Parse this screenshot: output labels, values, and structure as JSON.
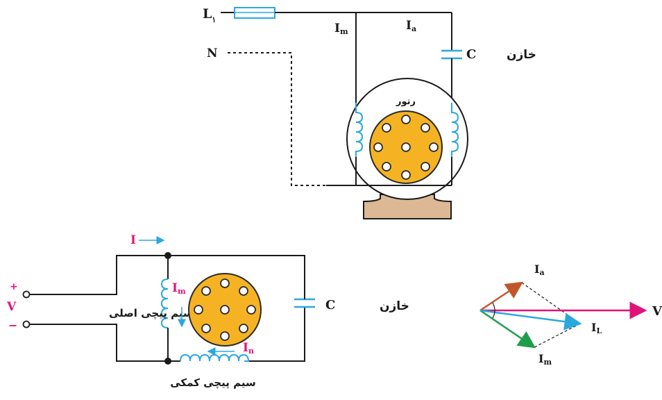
{
  "colors": {
    "wire": "#1a1a1a",
    "coil": "#29a8e0",
    "rotor": "#f5b324",
    "rotor_edge": "#2a2a2a",
    "base": "#ddb894",
    "highlight": "#e0137a",
    "vec_a": "#c0572a",
    "vec_m": "#1f9e4a",
    "vec_l": "#29a8e0",
    "vec_v": "#e0137a"
  },
  "top": {
    "line_label": "L",
    "line_sub": "۱",
    "neutral_label": "N",
    "im_label": "I",
    "im_sub": "m",
    "ia_label": "I",
    "ia_sub": "a",
    "cap_label": "خازن",
    "cap_symbol": "C",
    "rotor_label": "رتور"
  },
  "bottom": {
    "current_label": "I",
    "plus": "+",
    "minus": "−",
    "voltage_label": "V",
    "main_winding_label": "سیم پیچی اصلی",
    "im_label": "I",
    "im_sub": "m",
    "in_label": "I",
    "in_sub": "n",
    "cap_label": "خازن",
    "cap_symbol": "C",
    "aux_winding_label": "سیم پیچی کمکی"
  },
  "phasor": {
    "ia_label": "I",
    "ia_sub": "a",
    "il_label": "I",
    "il_sub": "L",
    "im_label": "I",
    "im_sub": "m",
    "v_label": "V"
  }
}
